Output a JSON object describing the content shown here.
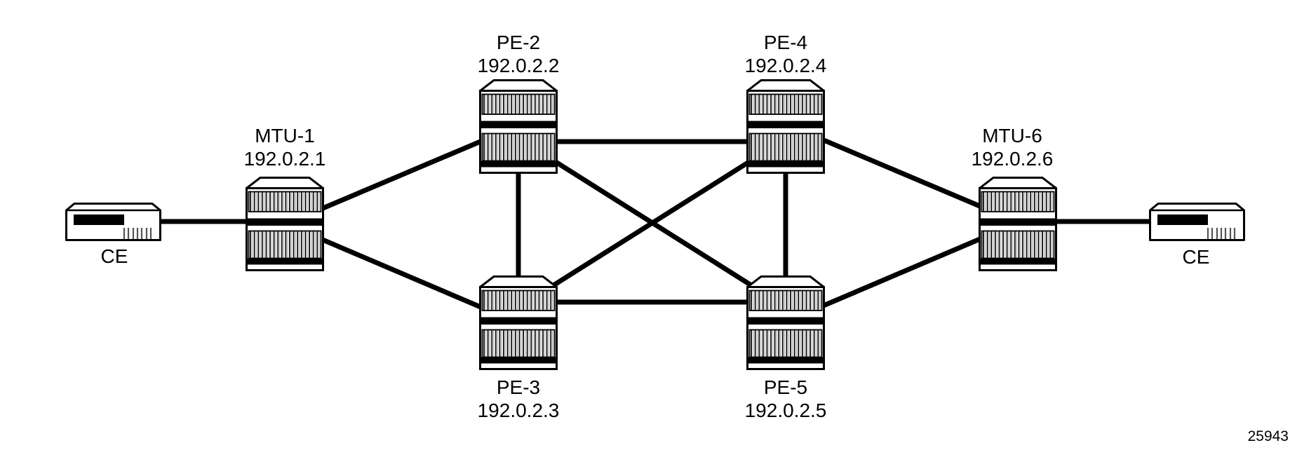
{
  "figure": {
    "figure_number": "25943",
    "background_color": "#ffffff",
    "line_color": "#000000",
    "hatch_light_color": "#8f8f8f"
  },
  "diagram": {
    "type": "network-topology",
    "nodes": [
      {
        "id": "ce-left",
        "type": "ce-device",
        "label": "CE"
      },
      {
        "id": "mtu-1",
        "type": "router",
        "label": "MTU-1",
        "ip": "192.0.2.1"
      },
      {
        "id": "pe-2",
        "type": "router",
        "label": "PE-2",
        "ip": "192.0.2.2"
      },
      {
        "id": "pe-3",
        "type": "router",
        "label": "PE-3",
        "ip": "192.0.2.3"
      },
      {
        "id": "pe-4",
        "type": "router",
        "label": "PE-4",
        "ip": "192.0.2.4"
      },
      {
        "id": "pe-5",
        "type": "router",
        "label": "PE-5",
        "ip": "192.0.2.5"
      },
      {
        "id": "mtu-6",
        "type": "router",
        "label": "MTU-6",
        "ip": "192.0.2.6"
      },
      {
        "id": "ce-right",
        "type": "ce-device",
        "label": "CE"
      }
    ],
    "links": [
      {
        "from": "ce-left",
        "to": "mtu-1"
      },
      {
        "from": "mtu-1",
        "to": "pe-2"
      },
      {
        "from": "mtu-1",
        "to": "pe-3"
      },
      {
        "from": "pe-2",
        "to": "pe-4"
      },
      {
        "from": "pe-2",
        "to": "pe-3"
      },
      {
        "from": "pe-2",
        "to": "pe-5"
      },
      {
        "from": "pe-3",
        "to": "pe-4"
      },
      {
        "from": "pe-3",
        "to": "pe-5"
      },
      {
        "from": "pe-4",
        "to": "pe-5"
      },
      {
        "from": "pe-4",
        "to": "mtu-6"
      },
      {
        "from": "pe-5",
        "to": "mtu-6"
      },
      {
        "from": "mtu-6",
        "to": "ce-right"
      }
    ]
  }
}
